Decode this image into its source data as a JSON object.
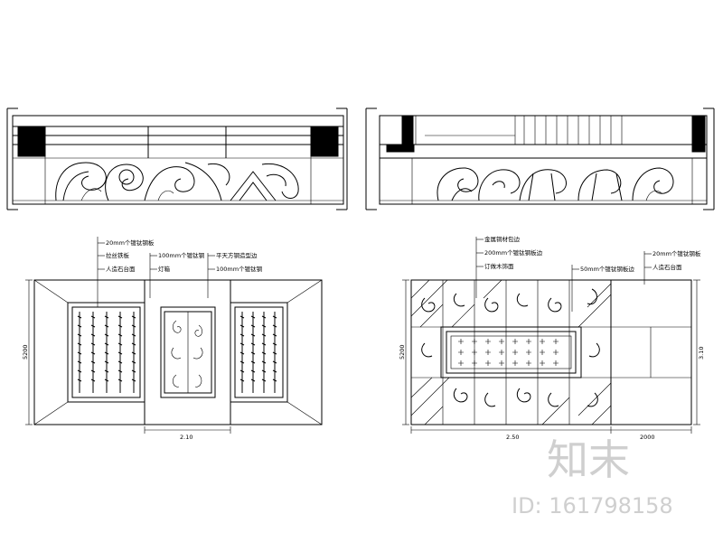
{
  "left_plan": {
    "labels": [
      "20mm个镀钛钢板",
      "拉丝铁板",
      "人造石台面",
      "100mm个镀钛钢",
      "灯箱",
      "平天方钢造型边",
      "100mm个镀钛钢"
    ],
    "dim_bottom": "2.10",
    "dim_side": "5200"
  },
  "right_plan": {
    "labels": [
      "金属铜材包边",
      "200mm个镀钛钢板边",
      "订做木饰面",
      "50mm个镀钛钢板边",
      "20mm个镀钛钢板",
      "人造石台面"
    ],
    "dim_bottom_a": "2.50",
    "dim_bottom_b": "2000",
    "dim_side": "5200",
    "dim_side_right": "3.10"
  },
  "watermark": {
    "brand": "知末",
    "id_text": "ID: 161798158"
  },
  "colors": {
    "line": "#000000",
    "watermark": "#cfcfcf"
  }
}
